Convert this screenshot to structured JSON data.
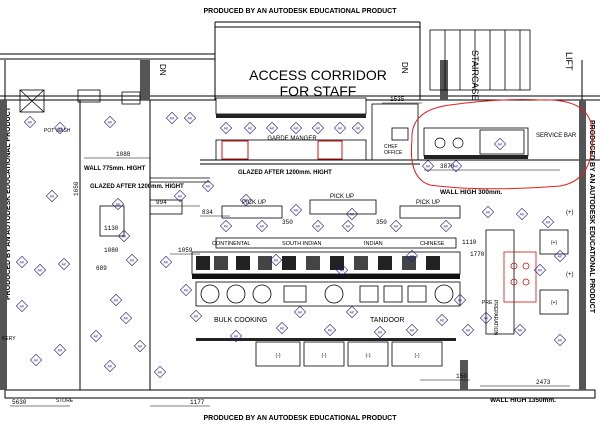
{
  "watermark": "PRODUCED BY AN AUTODESK EDUCATIONAL PRODUCT",
  "rooms": {
    "access_corridor_line1": "ACCESS CORRIDOR",
    "access_corridor_line2": "FOR STAFF",
    "garde_manger": "GARDE MANGER",
    "pot_wash": "POT WASH",
    "chef_office_line1": "CHEF",
    "chef_office_line2": "OFFICE",
    "service_bar": "SERVICE BAR",
    "staircase": "STAIRCASE",
    "lift": "LIFT",
    "store": "STORE",
    "bakery": "KERY",
    "bulk_cooking": "BULK COOKING",
    "tandoor": "TANDOOR",
    "continental": "CONTINENTAL",
    "south_indian": "SOUTH INDIAN",
    "indian": "INDIAN",
    "chinese": "CHINESE",
    "pick_up": "PICK UP",
    "preparation_line1": "PRE",
    "preparation_line2": "PREPARATION",
    "dn": "DN"
  },
  "notes": {
    "wall_775": "WALL 775mm. HIGHT",
    "glazed_1200_a": "GLAZED AFTER 1200mm. HIGHT",
    "glazed_1200_b": "GLAZED AFTER 1200mm. HIGHT",
    "wall_300": "WALL HIGH 300mm.",
    "wall_1350": "WALL HIGH 1350mm."
  },
  "dimensions": [
    "1535",
    "3870",
    "1088",
    "1650",
    "994",
    "834",
    "350",
    "350",
    "1059",
    "1080",
    "689",
    "1110",
    "1770",
    "150",
    "2473",
    "5630",
    "1177",
    "1130"
  ],
  "markers": {
    "plus": "(+)",
    "minus": "(-)",
    "tag": "AK"
  },
  "colors": {
    "line": "#000000",
    "annotation_blue": "#1a1a8c",
    "revision_red": "#e02020",
    "equipment_red": "#d01010"
  }
}
